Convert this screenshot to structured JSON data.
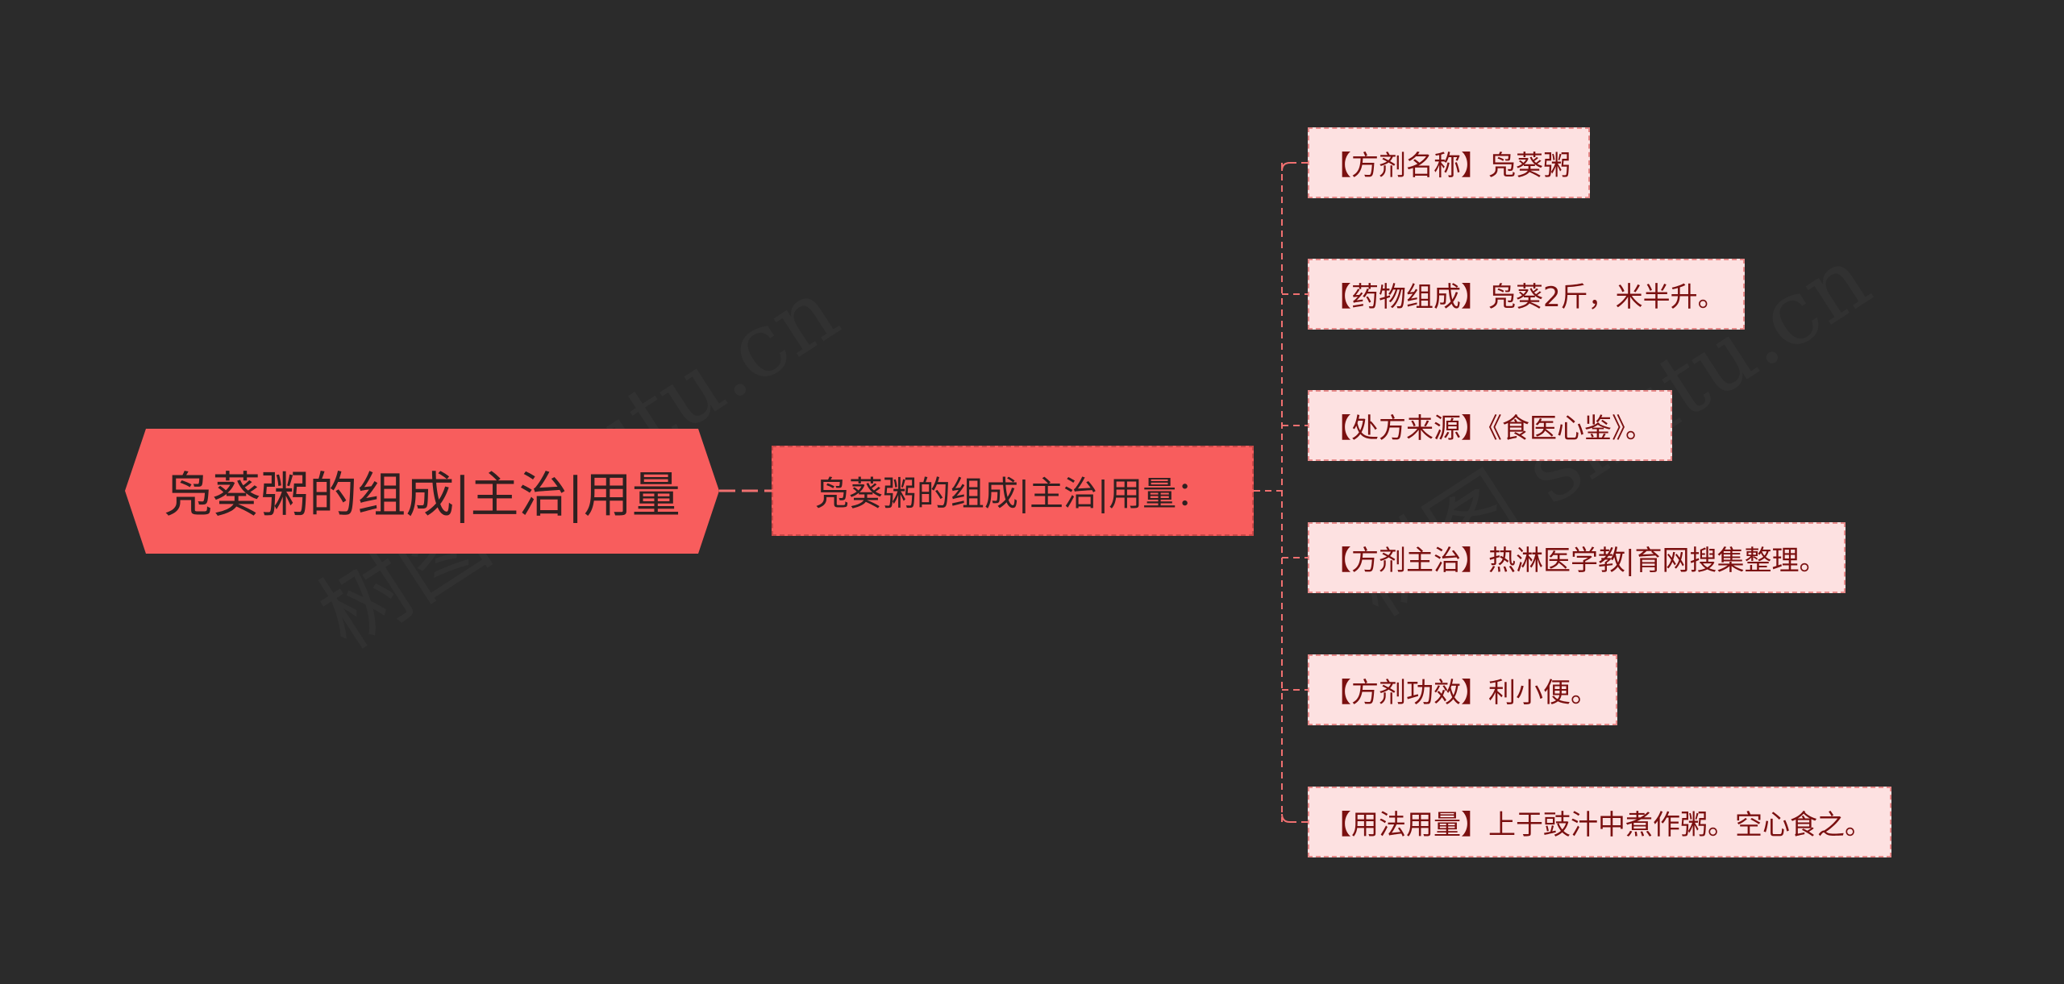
{
  "colors": {
    "background": "#2b2b2b",
    "root_fill": "#f85d5d",
    "mid_fill": "#f85d5d",
    "leaf_fill": "#fde1e1",
    "leaf_text": "#7a1010",
    "connector": "#f07070"
  },
  "mindmap": {
    "root": {
      "label": "凫葵粥的组成|主治|用量"
    },
    "branch": {
      "label": "凫葵粥的组成|主治|用量："
    },
    "leaves": [
      {
        "label": "【方剂名称】凫葵粥"
      },
      {
        "label": "【药物组成】凫葵2斤，米半升。"
      },
      {
        "label": "【处方来源】《食医心鉴》。"
      },
      {
        "label": "【方剂主治】热淋医学教|育网搜集整理。"
      },
      {
        "label": "【方剂功效】利小便。"
      },
      {
        "label": "【用法用量】上于豉汁中煮作粥。空心食之。"
      }
    ]
  }
}
